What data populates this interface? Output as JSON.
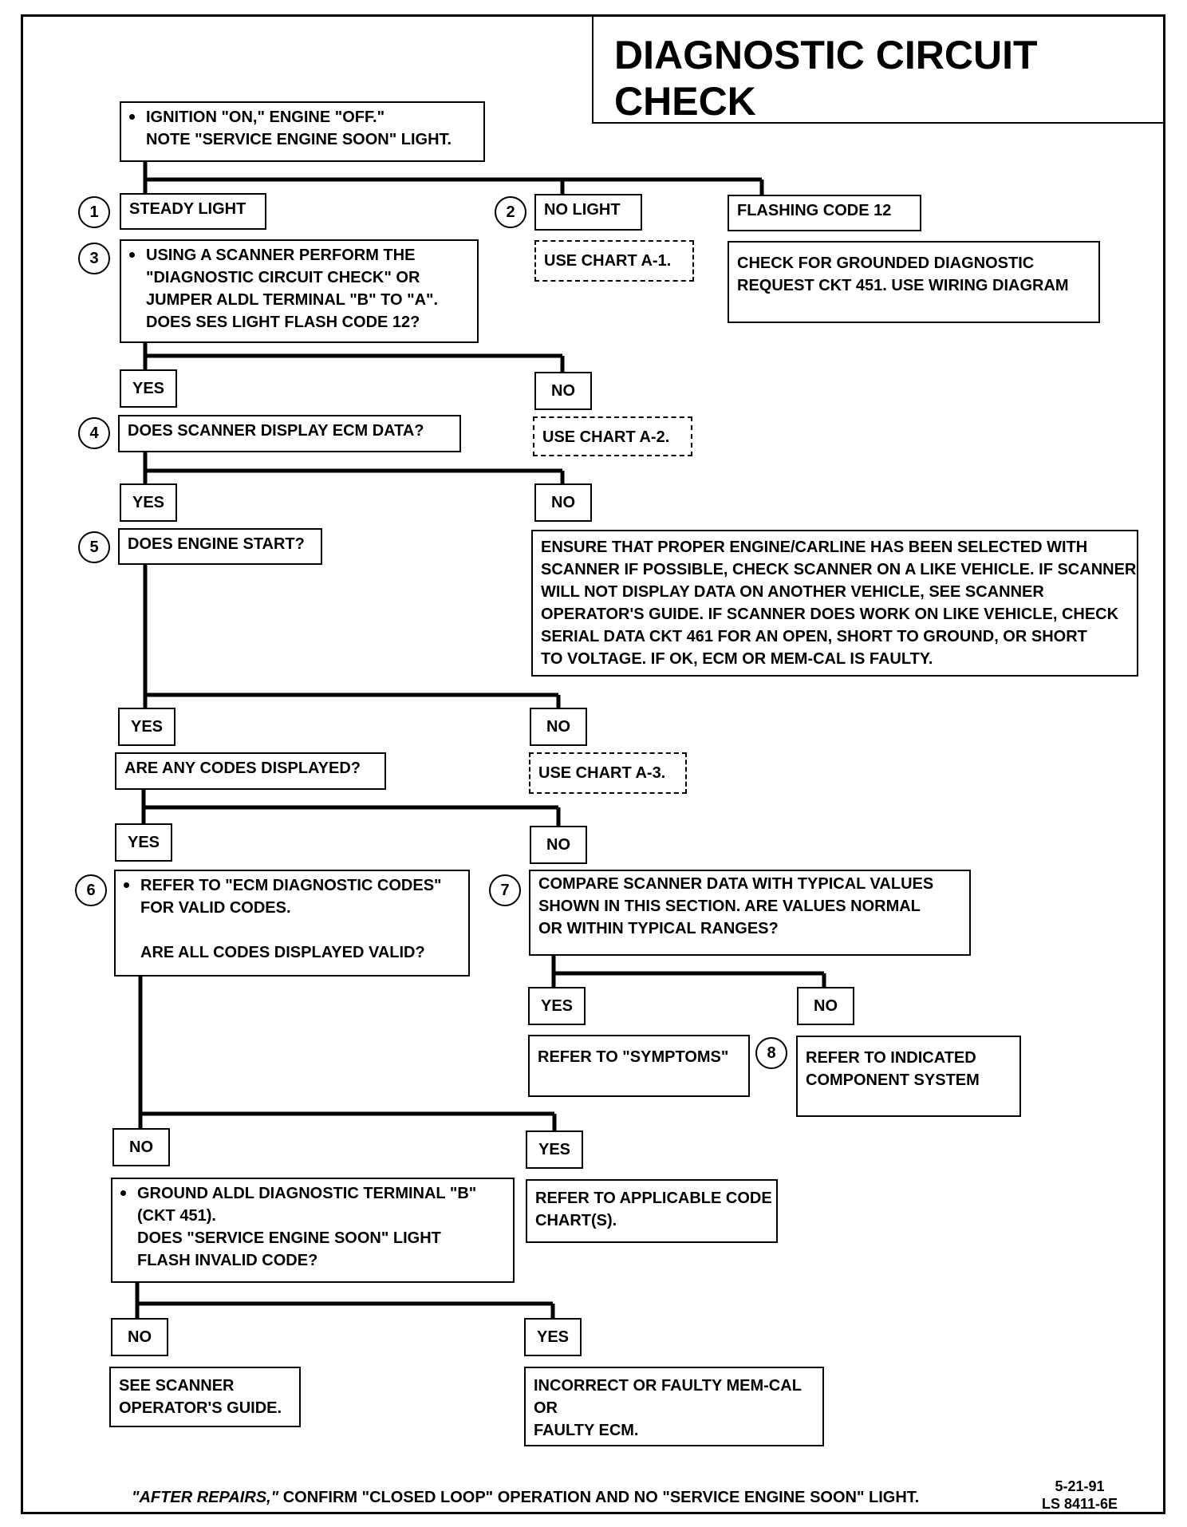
{
  "title": "DIAGNOSTIC CIRCUIT CHECK",
  "start_box": {
    "lines": [
      "IGNITION \"ON,\" ENGINE \"OFF.\"",
      "NOTE \"SERVICE ENGINE SOON\" LIGHT."
    ]
  },
  "branch1": {
    "num": "1",
    "label": "STEADY LIGHT"
  },
  "branch2": {
    "num": "2",
    "label": "NO LIGHT",
    "action": "USE CHART A-1."
  },
  "branch_flash": {
    "label": "FLASHING CODE 12",
    "action_lines": [
      "CHECK FOR GROUNDED DIAGNOSTIC",
      "REQUEST CKT 451.  USE WIRING DIAGRAM"
    ]
  },
  "step3": {
    "num": "3",
    "lines": [
      "USING A  SCANNER  PERFORM THE",
      "\"DIAGNOSTIC CIRCUIT CHECK\" OR",
      "JUMPER  ALDL TERMINAL \"B\" TO \"A\".",
      "DOES SES LIGHT FLASH CODE 12?"
    ]
  },
  "step3_yes": "YES",
  "step3_no": "NO",
  "step3_no_action": "USE CHART A-2.",
  "step4": {
    "num": "4",
    "label": "DOES  SCANNER   DISPLAY ECM DATA?"
  },
  "step4_yes": "YES",
  "step4_no": "NO",
  "step4_no_action_lines": [
    "ENSURE THAT PROPER ENGINE/CARLINE HAS BEEN SELECTED WITH",
    "SCANNER IF POSSIBLE, CHECK SCANNER  ON A LIKE VEHICLE.  IF SCANNER",
    "WILL NOT DISPLAY DATA ON ANOTHER VEHICLE, SEE  SCANNER",
    "OPERATOR'S GUIDE.  IF SCANNER DOES WORK ON LIKE VEHICLE, CHECK",
    "SERIAL DATA CKT 461 FOR AN OPEN, SHORT TO GROUND, OR SHORT",
    "TO VOLTAGE.  IF OK, ECM OR MEM-CAL IS FAULTY."
  ],
  "step5": {
    "num": "5",
    "label": "DOES ENGINE START?"
  },
  "step5_yes": "YES",
  "step5_no": "NO",
  "step5_no_action": "USE CHART A-3.",
  "codes_q": "ARE ANY CODES DISPLAYED?",
  "codes_yes": "YES",
  "codes_no": "NO",
  "step6": {
    "num": "6",
    "lines": [
      "REFER TO \"ECM DIAGNOSTIC CODES\"",
      "FOR VALID  CODES.",
      "",
      "ARE ALL CODES DISPLAYED VALID?"
    ]
  },
  "step7": {
    "num": "7",
    "lines": [
      "COMPARE  SCANNER   DATA WITH TYPICAL VALUES",
      "SHOWN IN THIS SECTION.  ARE VALUES NORMAL",
      "OR WITHIN TYPICAL RANGES?"
    ]
  },
  "step7_yes": "YES",
  "step7_no": "NO",
  "step7_yes_action": "REFER TO \"SYMPTOMS\"",
  "step8": {
    "num": "8",
    "lines": [
      "REFER TO INDICATED",
      "COMPONENT SYSTEM"
    ]
  },
  "step6_no": "NO",
  "step6_yes": "YES",
  "step6_yes_action_lines": [
    "REFER TO APPLICABLE CODE",
    "CHART(S)."
  ],
  "ground_box": {
    "lines": [
      "GROUND ALDL DIAGNOSTIC TERMINAL \"B\"",
      "(CKT 451).",
      "DOES \"SERVICE ENGINE SOON\" LIGHT",
      "FLASH INVALID CODE?"
    ]
  },
  "ground_no": "NO",
  "ground_yes": "YES",
  "ground_no_action_lines": [
    "SEE  SCANNER",
    "OPERATOR'S GUIDE."
  ],
  "ground_yes_action_lines": [
    "INCORRECT OR FAULTY MEM-CAL",
    "OR",
    "FAULTY ECM."
  ],
  "footer": {
    "emph": "\"AFTER REPAIRS,\"",
    "rest": " CONFIRM \"CLOSED LOOP\" OPERATION AND NO \"SERVICE ENGINE SOON\" LIGHT."
  },
  "doc_date": "5-21-91",
  "doc_code": "LS 8411-6E"
}
